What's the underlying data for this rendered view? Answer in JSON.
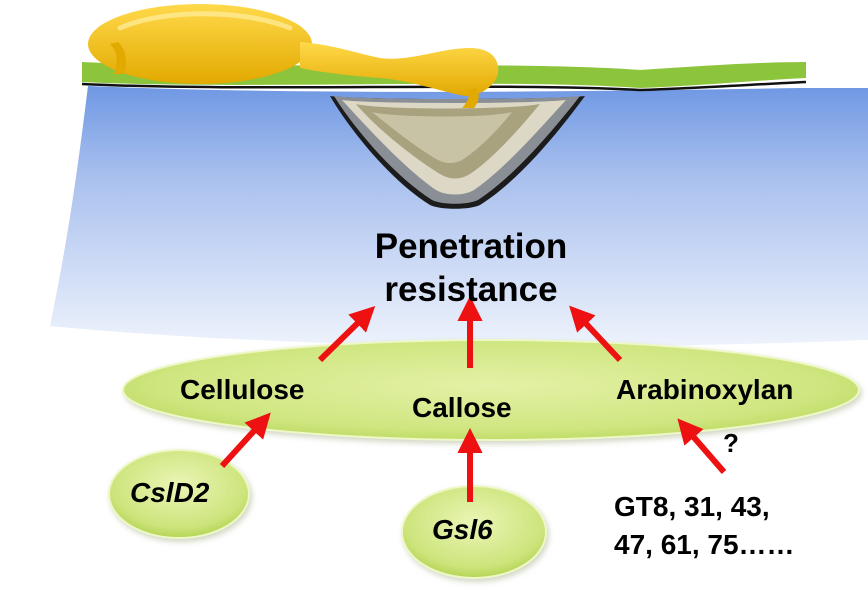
{
  "center_label": {
    "line1": "Penetration",
    "line2": "resistance"
  },
  "polysaccharides": {
    "cellulose": "Cellulose",
    "callose": "Callose",
    "arabinoxylan": "Arabinoxylan"
  },
  "genes": {
    "csld2": "CslD2",
    "gsl6": "Gsl6",
    "gt_families_line1": "GT8, 31, 43,",
    "gt_families_line2": "47, 61, 75……"
  },
  "uncertainty_mark": "?",
  "colors": {
    "cell_interior": "#b4c8ef",
    "cell_wall": "#8cc43c",
    "fungus": "#f0be00",
    "papilla_outer": "#8a8f96",
    "papilla_mid": "#ddd7c6",
    "papilla_inner": "#a9a27e",
    "ellipse_fill": "#d6ea8a",
    "ellipse_edge": "#eef7c6",
    "arrow": "#ee1111"
  },
  "icons": {
    "fungal_spore": "fungal-appressorium-icon",
    "papilla": "papilla-icon",
    "arrow": "red-arrow-icon"
  }
}
